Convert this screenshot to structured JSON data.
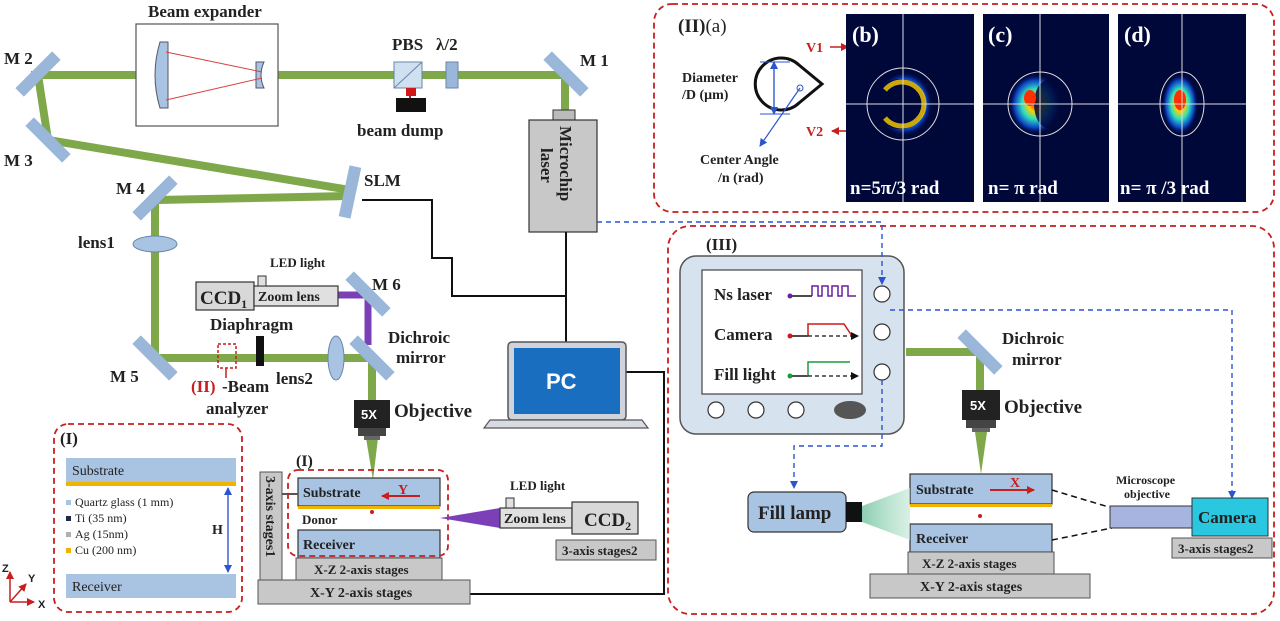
{
  "optics": {
    "beam_expander": "Beam expander",
    "pbs": "PBS",
    "half_wave": "λ/2",
    "beam_dump": "beam dump",
    "m1": "M 1",
    "m2": "M 2",
    "m3": "M 3",
    "m4": "M 4",
    "m5": "M 5",
    "m6": "M 6",
    "slm": "SLM",
    "laser_line1": "Microchip",
    "laser_line2": "laser",
    "lens1": "lens1",
    "lens2": "lens2",
    "led_light": "LED light",
    "ccd1": "CCD",
    "ccd1_sub": "1",
    "zoom_lens": "Zoom lens",
    "diaphragm": "Diaphragm",
    "dichroic_line1": "Dichroic",
    "dichroic_line2": "mirror",
    "beam_analyzer_tag": "(II)",
    "beam_analyzer_line1": "-Beam",
    "beam_analyzer_line2": "analyzer",
    "objective_mag": "5X",
    "objective": "Objective",
    "pc": "PC"
  },
  "stage": {
    "tag": "(I)",
    "substrate": "Substrate",
    "y_axis": "Y",
    "donor": "Donor",
    "receiver": "Receiver",
    "xz_stages": "X-Z 2-axis stages",
    "xy_stages": "X-Y 2-axis stages",
    "stages1": "3-axis stages1",
    "led_light2": "LED light",
    "zoom_lens2": "Zoom lens",
    "ccd2": "CCD",
    "ccd2_sub": "2",
    "stages2": "3-axis stages2"
  },
  "panel_I": {
    "tag": "(I)",
    "substrate": "Substrate",
    "layers": [
      "Quartz glass (1 mm)",
      "Ti (35 nm)",
      "Ag (15nm)",
      "Cu (200 nm)"
    ],
    "layer_colors": [
      "#a8c4e2",
      "#1e2a4a",
      "#b0b0b0",
      "#f0b400"
    ],
    "h_label": "H",
    "receiver": "Receiver",
    "axis_z": "Z",
    "axis_y": "Y",
    "axis_x": "X"
  },
  "panel_II": {
    "tag": "(II)",
    "sub_a": "(a)",
    "v1": "V1",
    "v2": "V2",
    "diameter_line1": "Diameter",
    "diameter_line2": "/D (μm)",
    "center_angle_line1": "Center Angle",
    "center_angle_line2": "/n (rad)",
    "profiles": [
      {
        "tag": "(b)",
        "caption": "n=5π/3 rad"
      },
      {
        "tag": "(c)",
        "caption": "n= π rad"
      },
      {
        "tag": "(d)",
        "caption": "n= π /3 rad"
      }
    ]
  },
  "panel_III": {
    "tag": "(III)",
    "signals": [
      "Ns laser",
      "Camera",
      "Fill light"
    ],
    "signal_colors": [
      "#6a1fa0",
      "#d01818",
      "#1e9a3a"
    ],
    "dichroic_line1": "Dichroic",
    "dichroic_line2": "mirror",
    "objective_mag": "5X",
    "objective": "Objective",
    "substrate": "Substrate",
    "x_axis": "X",
    "receiver": "Receiver",
    "xz_stages": "X-Z 2-axis stages",
    "xy_stages": "X-Y 2-axis stages",
    "fill_lamp": "Fill lamp",
    "microscope_line1": "Microscope",
    "microscope_line2": "objective",
    "camera": "Camera",
    "stages2": "3-axis stages2"
  },
  "colors": {
    "beam_green": "#7fa84a",
    "beam_violet": "#7b3fb8",
    "mirror_blue": "#9ab6d8",
    "dashed_red": "#c81e1e",
    "dashed_blue": "#2b55d0",
    "camera_cyan": "#29c8e0"
  }
}
